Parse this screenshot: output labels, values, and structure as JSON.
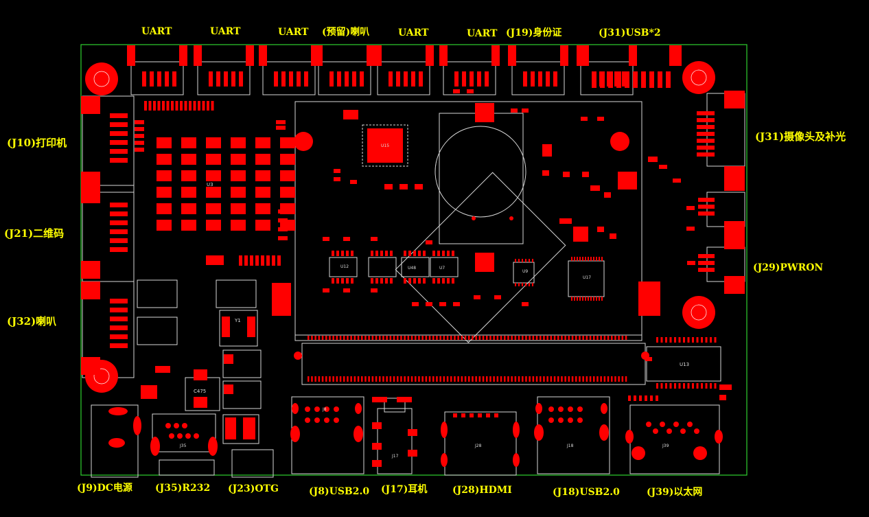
{
  "colors": {
    "background": "#000000",
    "board_outline": "#2fd12f",
    "pad": "#ff0000",
    "silkscreen": "#d9d9d9",
    "label": "#ffff00"
  },
  "top_labels": {
    "j20": "UART",
    "j22": "UART",
    "j24": "UART",
    "j6": "(预留)喇叭",
    "j25": "UART",
    "j26": "UART",
    "j19": "(J19)身份证",
    "j31_usb": "(J31)USB*2"
  },
  "left_labels": {
    "j10": "(J10)打印机",
    "j21": "(J21)二维码",
    "j32": "(J32)喇叭"
  },
  "right_labels": {
    "j31_camera": "(J31)摄像头及补光",
    "j29": "(J29)PWRON"
  },
  "bottom_labels": {
    "j9": "(J9)DC电源",
    "j35": "(J35)R232",
    "j23": "(J23)OTG",
    "j8": "(J8)USB2.0",
    "j17": "(J17)耳机",
    "j28": "(J28)HDMI",
    "j18": "(J18)USB2.0",
    "j39": "(J39)以太网"
  },
  "silk": {
    "u3": "U3",
    "u13": "U13",
    "u12": "U12",
    "u48": "U48",
    "u7": "U7",
    "u9": "U9",
    "u17": "U17",
    "u15": "U15",
    "y1": "Y1",
    "j8": "J8",
    "j18": "J18",
    "j28": "J28",
    "j39": "J39",
    "j17": "J17",
    "j35": "J35",
    "c475": "C475"
  }
}
